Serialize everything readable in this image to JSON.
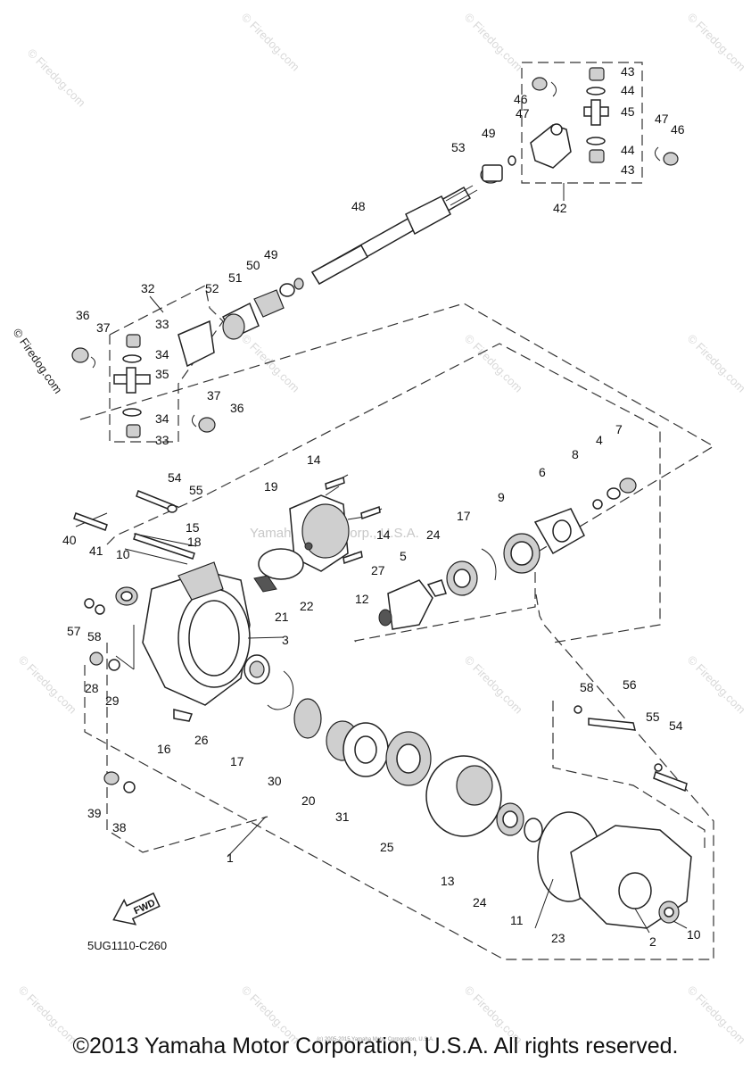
{
  "watermark": "© Firedog.com",
  "center_watermark": "Yamaha Motor Corp., U.S.A.",
  "drawing_code": "5UG1110-C260",
  "fwd_label": "FWD",
  "copyright": "©2013 Yamaha Motor Corporation, U.S.A. All rights reserved.",
  "small_copyright": "(c) 2005-2015 Yamaha Motor Corporation, U.S.A.",
  "callouts": [
    "43",
    "44",
    "45",
    "44",
    "43",
    "46",
    "47",
    "47",
    "46",
    "42",
    "49",
    "53",
    "48",
    "49",
    "50",
    "51",
    "52",
    "32",
    "36",
    "37",
    "33",
    "34",
    "35",
    "34",
    "33",
    "37",
    "36",
    "14",
    "19",
    "54",
    "55",
    "15",
    "40",
    "41",
    "18",
    "10",
    "9",
    "6",
    "8",
    "4",
    "7",
    "17",
    "24",
    "5",
    "27",
    "14",
    "12",
    "22",
    "21",
    "3",
    "57",
    "58",
    "28",
    "29",
    "16",
    "26",
    "17",
    "30",
    "20",
    "31",
    "25",
    "13",
    "24",
    "11",
    "23",
    "2",
    "10",
    "1",
    "39",
    "38",
    "58",
    "56",
    "55",
    "54"
  ]
}
